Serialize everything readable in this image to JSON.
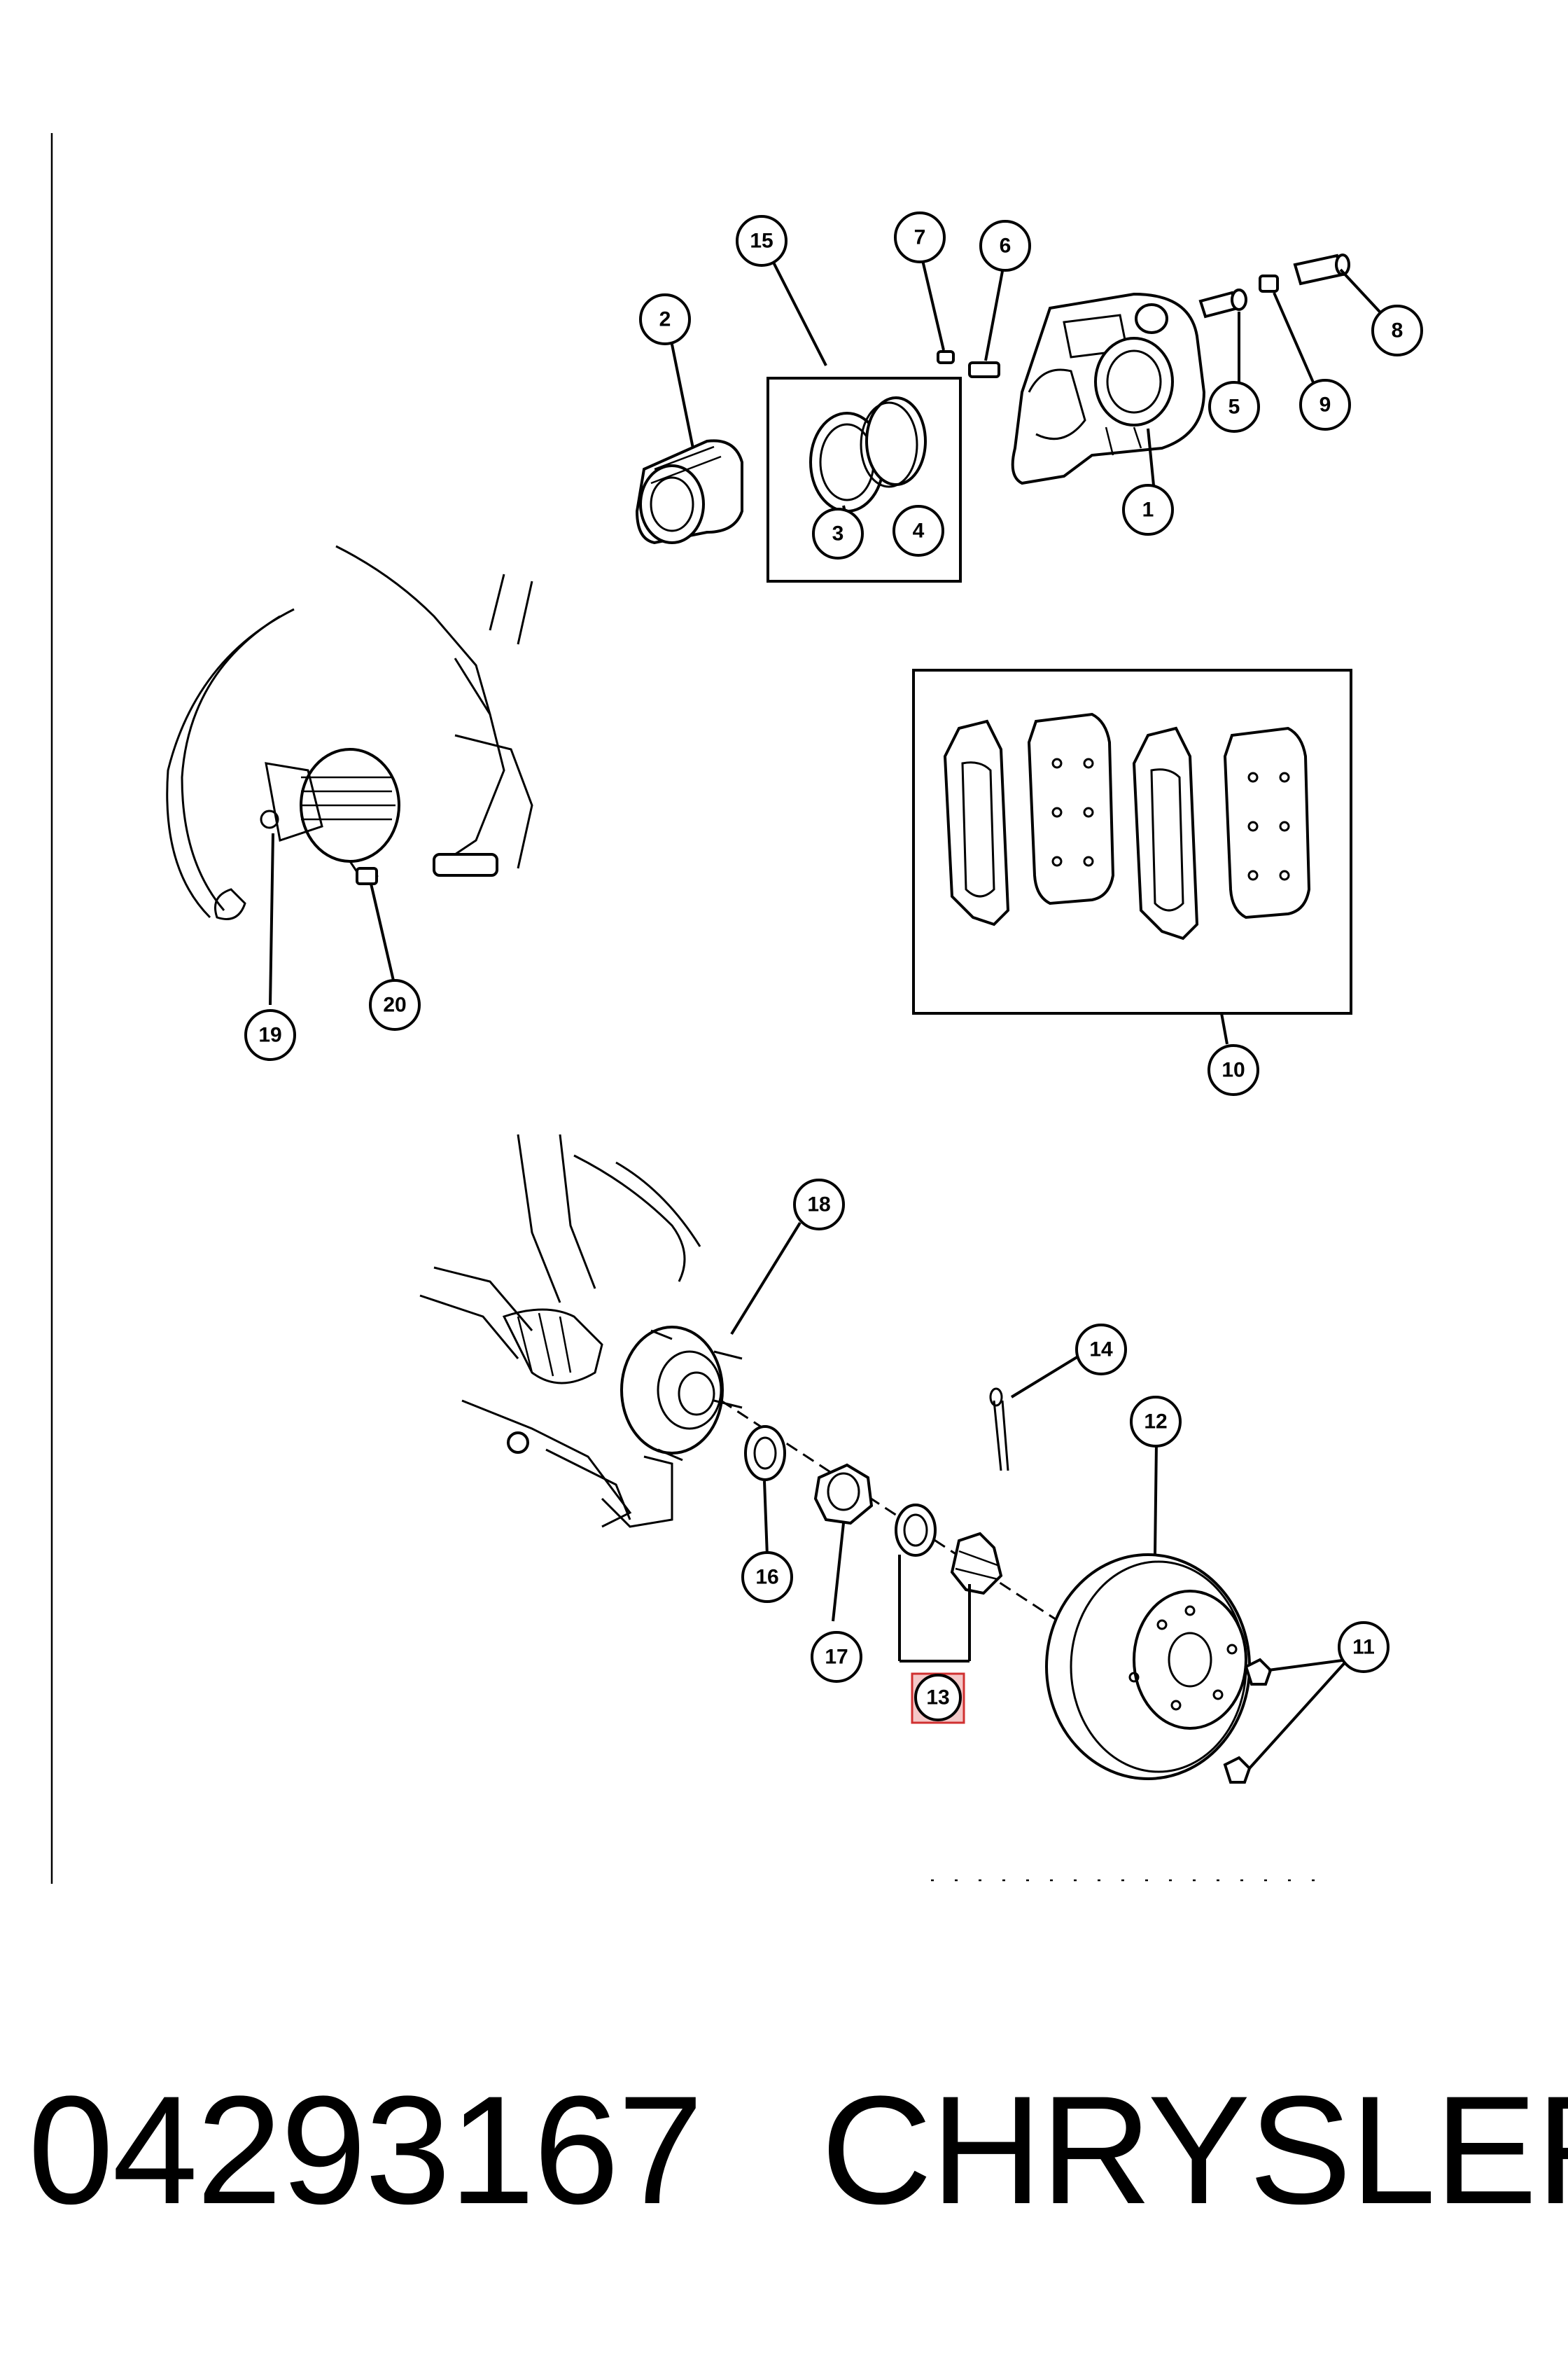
{
  "diagram": {
    "callouts": [
      "1",
      "2",
      "3",
      "4",
      "5",
      "6",
      "7",
      "8",
      "9",
      "10",
      "11",
      "12",
      "13",
      "14",
      "15",
      "16",
      "17",
      "18",
      "19",
      "20"
    ],
    "highlighted_callout": "13"
  },
  "footer": {
    "part_number": "04293167",
    "brand": "CHRYSLER"
  },
  "colors": {
    "line": "#000000",
    "background": "#ffffff",
    "highlight": "#d03030"
  }
}
